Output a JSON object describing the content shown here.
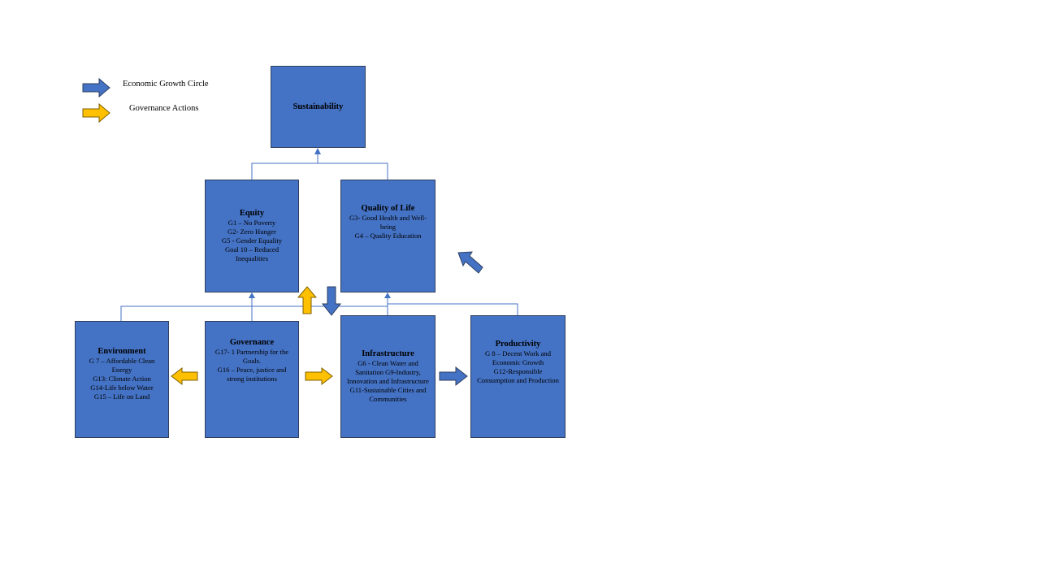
{
  "legend": [
    {
      "label": "Economic Growth Circle",
      "color": "#4472c4"
    },
    {
      "label": "Governance Actions",
      "color": "#ffc000"
    }
  ],
  "nodes": {
    "sustainability": {
      "title": "Sustainability",
      "lines": []
    },
    "equity": {
      "title": "Equity",
      "lines": [
        "G1 – No Poverty",
        "G2- Zero Hunger",
        "G5 - Gender Equality",
        "Goal 10 – Reduced Inequalities"
      ]
    },
    "quality_of_life": {
      "title": "Quality of Life",
      "lines": [
        "G3- Good Health and Well-being",
        "G4 – Quality Education"
      ]
    },
    "environment": {
      "title": "Environment",
      "lines": [
        "G 7 – Affordable Clean Energy",
        "G13: Climate Action",
        "G14-Life below Water",
        "G15 – Life on Land"
      ]
    },
    "governance": {
      "title": "Governance",
      "lines": [
        "G17- 1 Partnership for the Goals.",
        "G16 – Peace, justice and strong institutions"
      ]
    },
    "infrastructure": {
      "title": "Infrastructure",
      "lines": [
        "G6 - Clean Water and Sanitation G9-Industry, Innovation and Infrastructure",
        "G11-Sustainable Cities and Communities"
      ]
    },
    "productivity": {
      "title": "Productivity",
      "lines": [
        "G 8 – Decent Work and Economic Growth",
        "G12-Responsible Consumption and Production"
      ]
    }
  },
  "colors": {
    "box": "#4472c4",
    "economic_arrow": "#4472c4",
    "governance_arrow": "#ffc000",
    "connector": "#4472c4"
  }
}
